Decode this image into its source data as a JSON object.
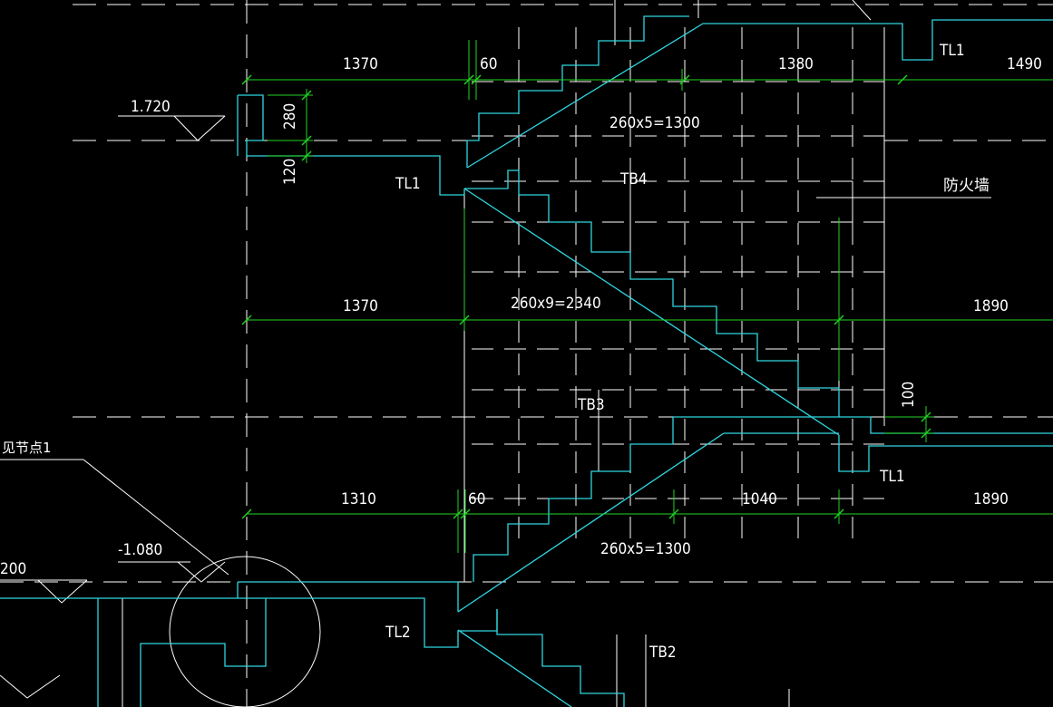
{
  "drawing": {
    "dims": {
      "top_left": "1370",
      "top_small": "60",
      "top_mid": "1380",
      "top_right": "1490",
      "mid_left": "1370",
      "mid_right": "1890",
      "bot_left": "1310",
      "bot_small": "60",
      "bot_mid": "1040",
      "bot_right": "1890",
      "v_280": "280",
      "v_120": "120",
      "v_100": "100"
    },
    "steps": {
      "upper": "260x5=1300",
      "middle": "260x9=2340",
      "lower": "260x5=1300"
    },
    "labels": {
      "tl1_top": "TL1",
      "tl1_left": "TL1",
      "tl1_right": "TL1",
      "tl2": "TL2",
      "tb4": "TB4",
      "tb3": "TB3",
      "tb2": "TB2",
      "firewall": "防火墙",
      "detail_ref": "见节点1"
    },
    "elevations": {
      "upper": "1.720",
      "lower": "-1.080",
      "left_partial": "200"
    }
  }
}
